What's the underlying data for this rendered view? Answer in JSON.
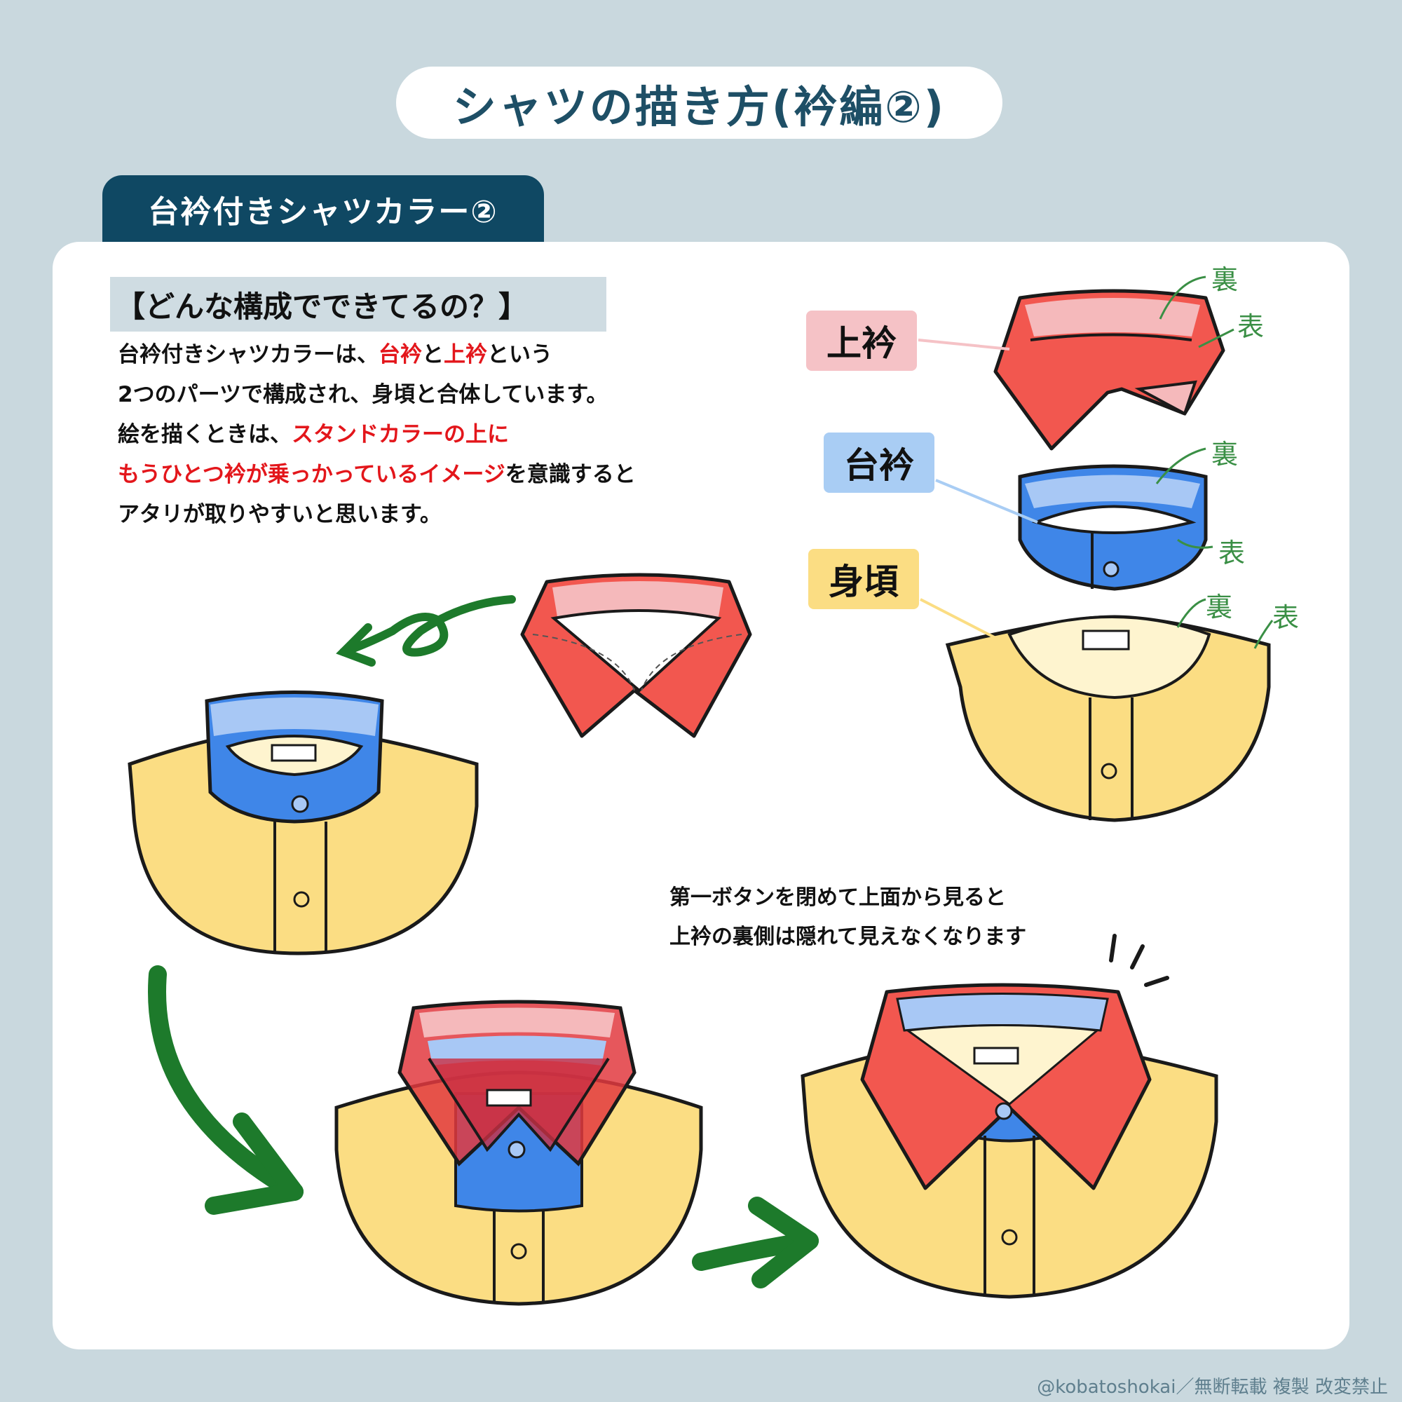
{
  "title": "シャツの描き方(衿編②)",
  "section_tab": "台衿付きシャツカラー②",
  "question": "【どんな構成でできてるの？】",
  "description": {
    "line1": [
      "台衿付きシャツカラーは、",
      "台衿",
      "と",
      "上衿",
      "という"
    ],
    "line2": "2つのパーツで構成され、身頃と合体しています。",
    "line3": [
      "絵を描くときは、",
      "スタンドカラーの上に"
    ],
    "line4": [
      "もうひとつ衿が乗っかっているイメージ",
      "を意識すると"
    ],
    "line5": "アタリが取りやすいと思います。"
  },
  "parts": {
    "upper_collar": "上衿",
    "stand_collar": "台衿",
    "body": "身頃"
  },
  "side_labels": {
    "inner": "裏",
    "outer": "表"
  },
  "note": {
    "line1": "第一ボタンを閉めて上面から見ると",
    "line2": "上衿の裏側は隠れて見えなくなります"
  },
  "footer": "@kobatoshokai／無断転載 複製 改変禁止",
  "colors": {
    "background": "#c9d8de",
    "navy": "#0f4863",
    "red_collar": "#f2574f",
    "pink_inner": "#f5b9bb",
    "blue_collar": "#3f86e8",
    "light_blue": "#a8c8f5",
    "yellow_body": "#fbdd83",
    "cream": "#fef4cf",
    "arrow_green": "#1d7a2b"
  }
}
